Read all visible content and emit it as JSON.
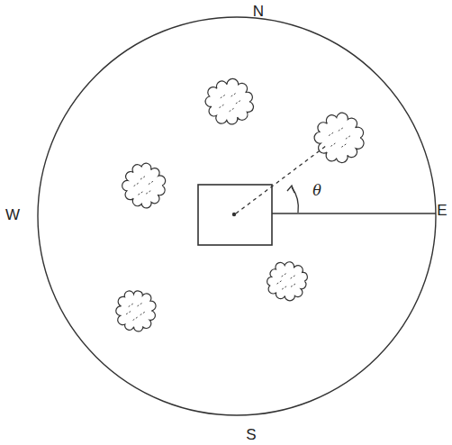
{
  "diagram": {
    "labels": [
      "N",
      "W",
      "E",
      "S",
      "θ"
    ]
  }
}
